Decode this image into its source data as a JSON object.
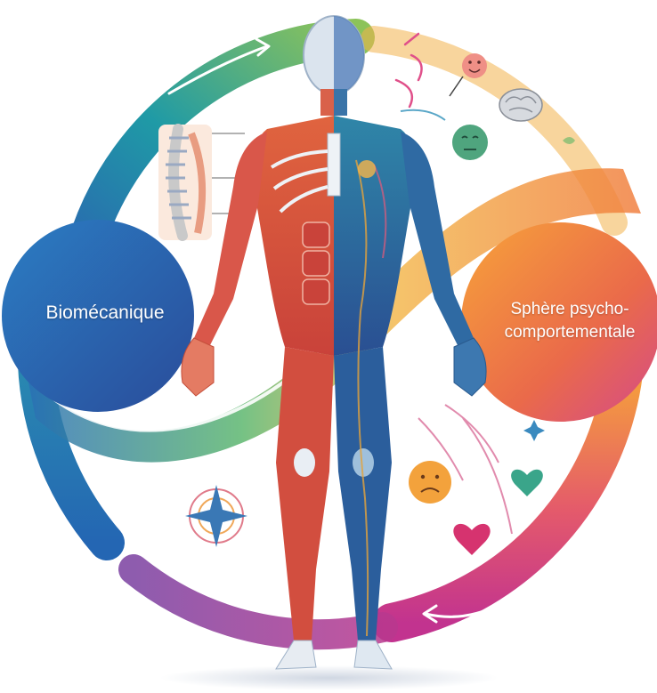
{
  "labels": {
    "left": "Biomécanique",
    "right_line1": "Sphère psycho-",
    "right_line2": "comportementale"
  },
  "colors": {
    "blue": "#2a67b0",
    "teal": "#1f9aa6",
    "green": "#6fbf5e",
    "orange": "#f08a2a",
    "magenta": "#c2338f",
    "purple": "#7a3fa0",
    "muscle_red": "#d9503f",
    "body_blue": "#2a5f9e"
  },
  "icons": [
    "spine-icon",
    "happy-face-icon",
    "neutral-face-icon",
    "sad-face-icon",
    "brain-icon",
    "heart-icon",
    "compass-star-icon",
    "leaf-icon"
  ]
}
